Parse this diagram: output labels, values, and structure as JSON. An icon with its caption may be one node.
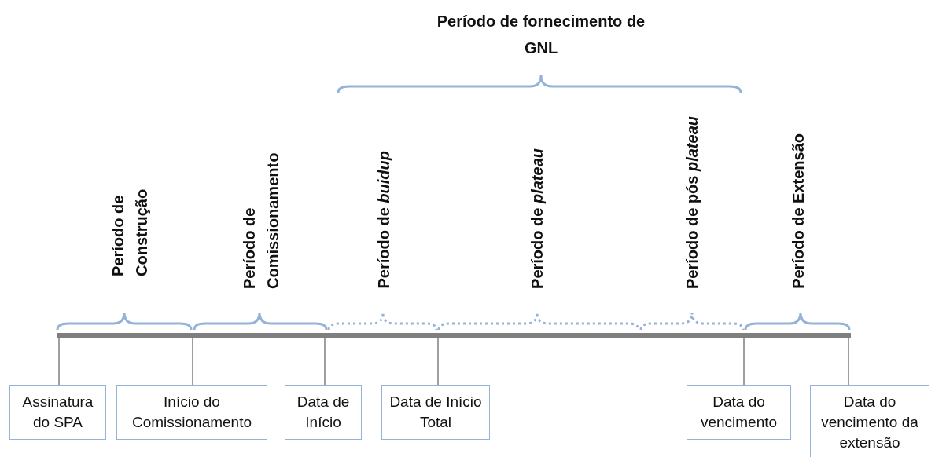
{
  "diagram": {
    "nodes": [
      {
        "text": [],
        "shape": "bar"
      },
      {
        "text": [
          "Assinatura do SPA"
        ]
      },
      {
        "text": [
          "Início do Comissionamento"
        ]
      },
      {
        "text": [
          "Data de Início"
        ]
      },
      {
        "text": [
          "Data de Início Total"
        ]
      },
      {
        "text": [
          "Data do vencimento"
        ]
      },
      {
        "text": [
          "Data do vencimento da extensão"
        ]
      }
    ],
    "edges": [
      {
        "from": 1,
        "to": 0,
        "arrow": "none"
      },
      {
        "from": 2,
        "to": 0,
        "arrow": "none"
      },
      {
        "from": 3,
        "to": 0,
        "arrow": "none"
      },
      {
        "from": 4,
        "to": 0,
        "arrow": "none"
      },
      {
        "from": 5,
        "to": 0,
        "arrow": "none"
      },
      {
        "from": 6,
        "to": 0,
        "arrow": "none"
      }
    ],
    "labels": [
      "Período de fornecimento de GNL",
      "Período de Construção",
      "Período de Comissionamento",
      "Período de *buidup*",
      "Período de *plateau*",
      "Período de pós *plateau*",
      "Período de Extensão"
    ]
  }
}
